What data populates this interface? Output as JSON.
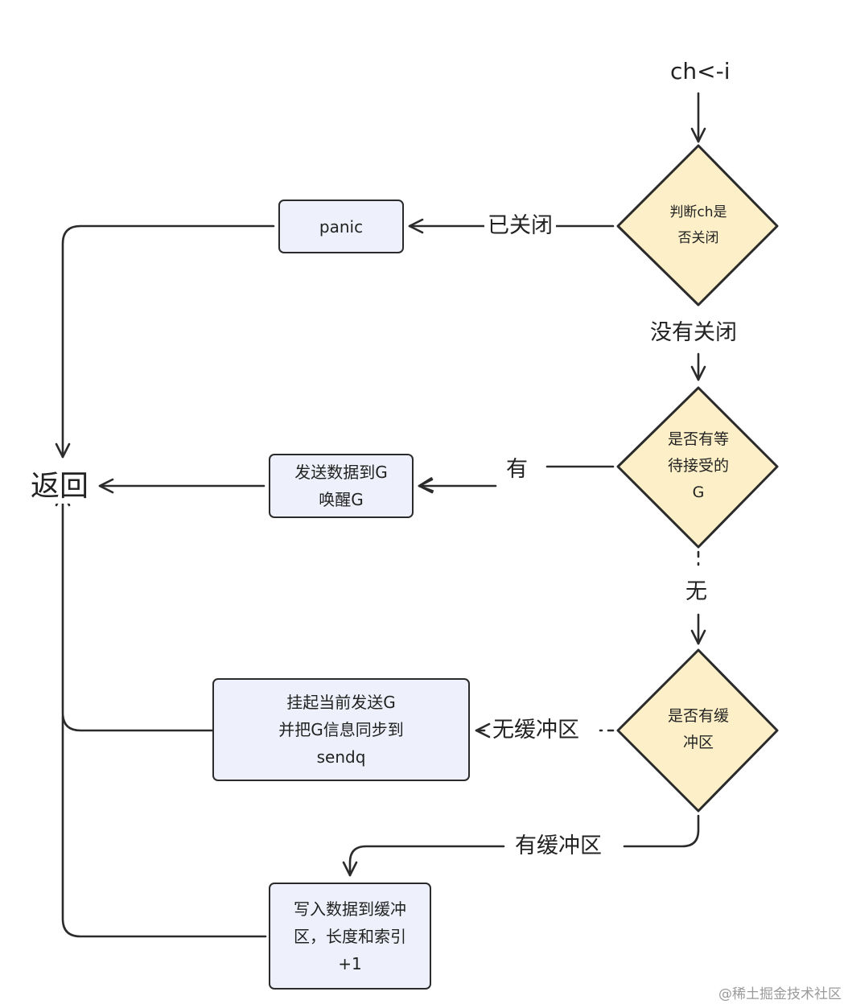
{
  "start": "ch<-i",
  "return": "返回",
  "decisions": {
    "closed_check": [
      "判断ch是",
      "否关闭"
    ],
    "waiting_g": [
      "是否有等",
      "待接受的",
      "G"
    ],
    "buffer_check": [
      "是否有缓",
      "冲区"
    ]
  },
  "boxes": {
    "panic": [
      "panic"
    ],
    "send_wake": [
      "发送数据到G",
      "唤醒G"
    ],
    "park": [
      "挂起当前发送G",
      "并把G信息同步到",
      "sendq"
    ],
    "write_buffer": [
      "写入数据到缓冲",
      "区，长度和索引",
      "+1"
    ]
  },
  "edges": {
    "closed": "已关闭",
    "not_closed": "没有关闭",
    "has": "有",
    "none": "无",
    "no_buffer": "无缓冲区",
    "has_buffer": "有缓冲区"
  },
  "colors": {
    "decision_fill": "#fdf0c8",
    "box_fill": "#eef1fb",
    "stroke": "#2b2b2b"
  },
  "watermark": "@稀土掘金技术社区"
}
